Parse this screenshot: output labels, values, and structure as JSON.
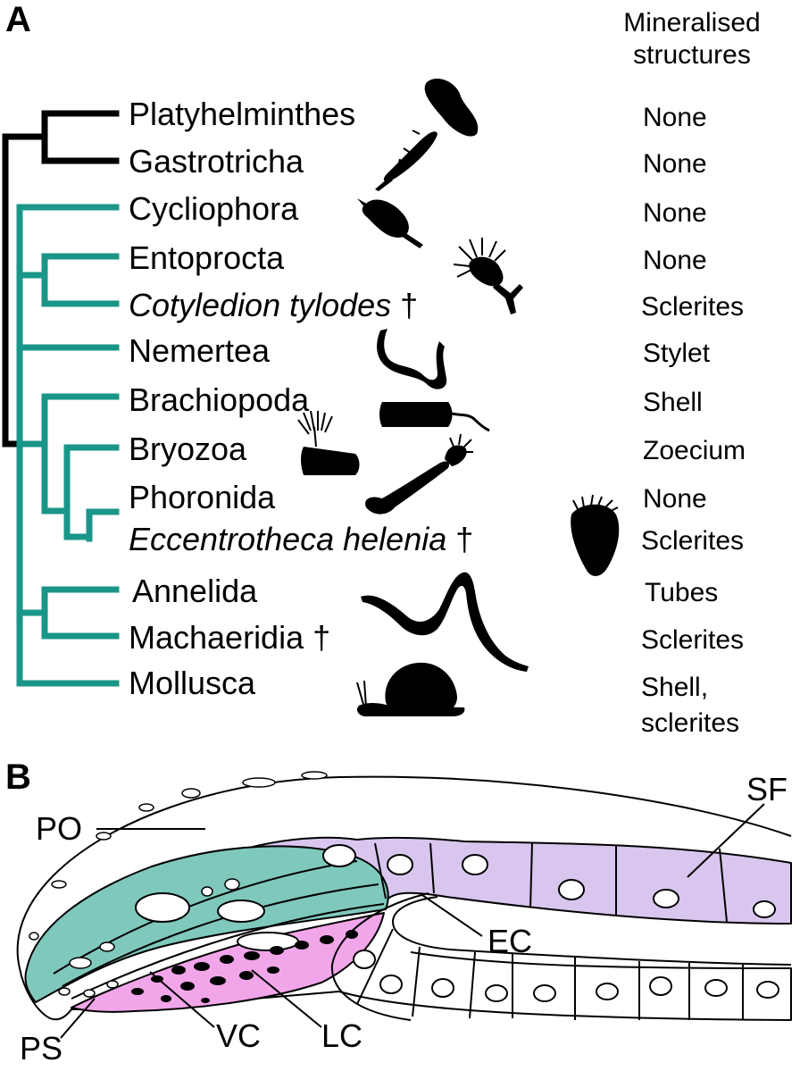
{
  "panel_a": {
    "letter": "A",
    "header_line1": "Mineralised",
    "header_line2": "structures",
    "taxa": [
      {
        "name": "Platyhelminthes",
        "dagger": "",
        "mineral": "None"
      },
      {
        "name": "Gastrotricha",
        "dagger": "",
        "mineral": "None"
      },
      {
        "name": "Cycliophora",
        "dagger": "",
        "mineral": "None"
      },
      {
        "name": "Entoprocta",
        "dagger": "",
        "mineral": "None"
      },
      {
        "name": "Cotyledion tylodes",
        "dagger": " †",
        "mineral": "Sclerites"
      },
      {
        "name": "Nemertea",
        "dagger": "",
        "mineral": "Stylet"
      },
      {
        "name": "Brachiopoda",
        "dagger": "",
        "mineral": "Shell"
      },
      {
        "name": "Bryozoa",
        "dagger": "",
        "mineral": "Zoecium"
      },
      {
        "name": "Phoronida",
        "dagger": "",
        "mineral": "None"
      },
      {
        "name": "Eccentrotheca helenia",
        "dagger": " †",
        "mineral": "Sclerites"
      },
      {
        "name": "Annelida",
        "dagger": "",
        "mineral": "Tubes"
      },
      {
        "name": "Machaeridia",
        "dagger": " †",
        "mineral": "Sclerites"
      },
      {
        "name": "Mollusca",
        "dagger": "",
        "mineral": "Shell,"
      }
    ],
    "mollusca_mineral_line2": "sclerites",
    "colors": {
      "outgroup": "#000000",
      "lophotrochozoa": "#1a9688",
      "silhouette": "#000000"
    }
  },
  "panel_b": {
    "letter": "B",
    "labels": {
      "po": "PO",
      "sf": "SF",
      "ec": "EC",
      "vc": "VC",
      "lc": "LC",
      "ps": "PS"
    },
    "colors": {
      "vc_fill": "#7fc8bc",
      "lc_fill": "#f2a6ea",
      "sf_fill": "#d8c6ef",
      "outline": "#000000"
    }
  }
}
